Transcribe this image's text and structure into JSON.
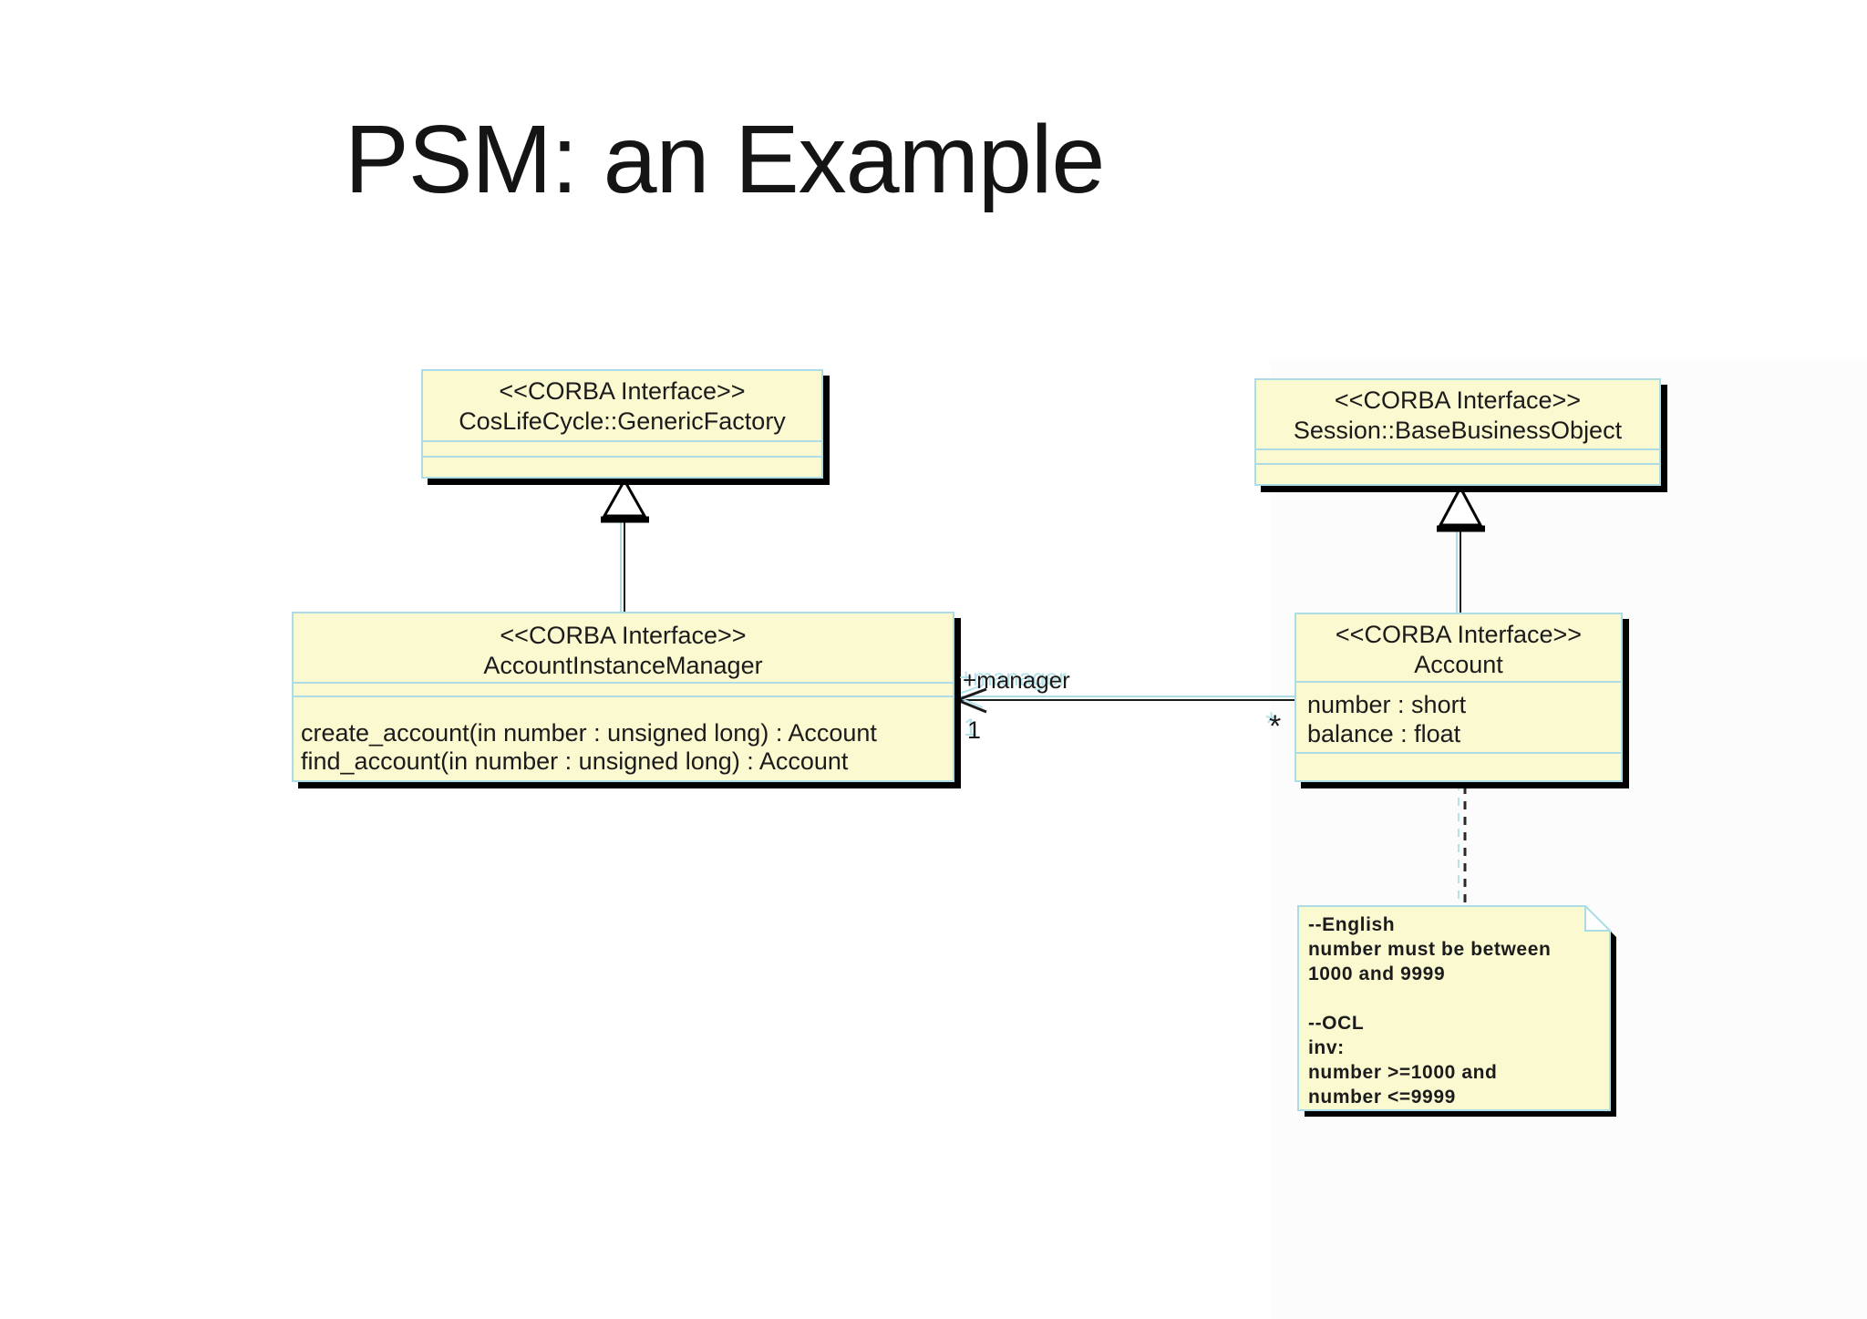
{
  "slide": {
    "title": "PSM: an Example"
  },
  "colors": {
    "box_fill": "#FBF9D0",
    "box_border": "#AEDCE6",
    "shadow": "#000000",
    "text": "#1B1B1B",
    "label_ghost": "#B5E3EA",
    "canvas_panel": "#FCFCFC"
  },
  "classes": {
    "generic_factory": {
      "stereotype": "<<CORBA Interface>>",
      "name": "CosLifeCycle::GenericFactory"
    },
    "base_business_object": {
      "stereotype": "<<CORBA Interface>>",
      "name": "Session::BaseBusinessObject"
    },
    "account_instance_manager": {
      "stereotype": "<<CORBA Interface>>",
      "name": "AccountInstanceManager",
      "operations": [
        "create_account(in number : unsigned long) : Account",
        "find_account(in number : unsigned long) : Account"
      ]
    },
    "account": {
      "stereotype": "<<CORBA Interface>>",
      "name": "Account",
      "attributes": [
        "number : short",
        "balance : float"
      ]
    }
  },
  "association": {
    "name_label": "+manager",
    "manager_multiplicity": "1",
    "account_multiplicity": "*"
  },
  "note": {
    "lines": [
      "--English",
      "number must be between",
      "1000 and 9999",
      "",
      "--OCL",
      "inv:",
      "number >=1000 and",
      "number <=9999"
    ]
  }
}
